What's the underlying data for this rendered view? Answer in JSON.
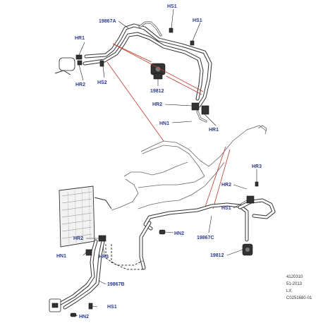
{
  "callouts": {
    "hs1_top": "HS1",
    "part_19867a": "19867A",
    "hs1_top_right": "HS1",
    "hr1_left": "HR1",
    "hr2_left": "HR2",
    "hs2": "HS2",
    "part_19812_top": "19812",
    "hr2_mid": "HR2",
    "hn1_mid": "HN1",
    "hr1_right": "HR1",
    "hr3_right": "HR3",
    "hr2_right": "HR2",
    "hs1_right": "HS1",
    "hn2_mid": "HN2",
    "part_19867c": "19867C",
    "part_19812_bottom": "19812",
    "hr2_bottom_left": "HR2",
    "hn1_bottom_left": "HN1",
    "hr3_bottom_left": "HR3",
    "part_19867b": "19867B",
    "hs1_bottom": "HS1",
    "hn2_bottom": "HN2"
  },
  "footer": {
    "line1": "4120310",
    "line2": "51-2013",
    "line3": "LX",
    "line4": "C0251680-01"
  }
}
